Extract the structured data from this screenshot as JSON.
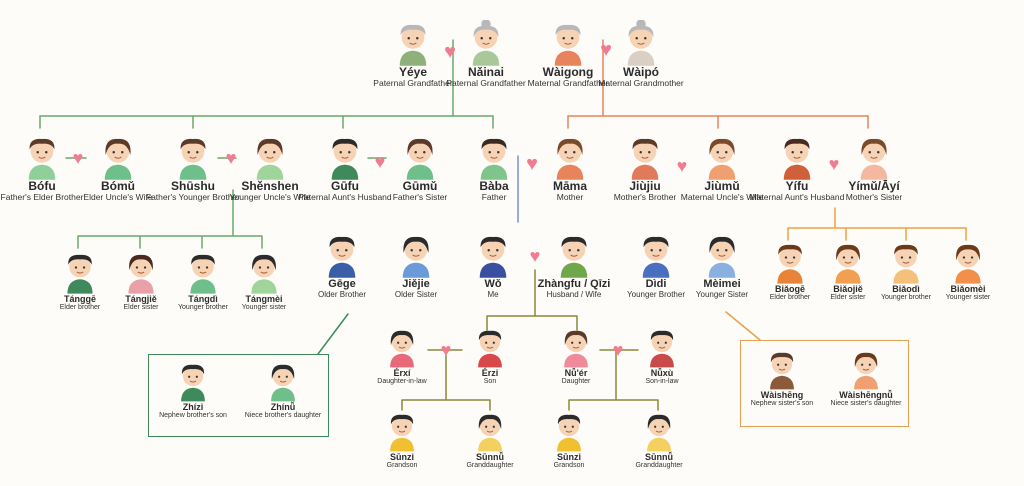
{
  "gen1": [
    {
      "name": "Yéye",
      "sub": "Paternal Grandfather"
    },
    {
      "name": "Nǎinai",
      "sub": "Paternal Grandfather"
    },
    {
      "name": "Wàigong",
      "sub": "Maternal Grandfather"
    },
    {
      "name": "Wàipó",
      "sub": "Maternal Grandmother"
    }
  ],
  "gen2": [
    {
      "name": "Bófu",
      "sub": "Father's Elder Brother"
    },
    {
      "name": "Bómǔ",
      "sub": "Elder Uncle's Wife"
    },
    {
      "name": "Shūshu",
      "sub": "Father's Younger Brother"
    },
    {
      "name": "Shěnshen",
      "sub": "Younger Uncle's Wife"
    },
    {
      "name": "Gūfu",
      "sub": "Paternal Aunt's Husband"
    },
    {
      "name": "Gūmǔ",
      "sub": "Father's Sister"
    },
    {
      "name": "Bàba",
      "sub": "Father"
    },
    {
      "name": "Māma",
      "sub": "Mother"
    },
    {
      "name": "Jiùjiu",
      "sub": "Mother's Brother"
    },
    {
      "name": "Jiùmǔ",
      "sub": "Maternal Uncle's Wife"
    },
    {
      "name": "Yífu",
      "sub": "Maternal Aunt's Husband"
    },
    {
      "name": "Yímǔ/Āyí",
      "sub": "Mother's Sister"
    }
  ],
  "cousins_paternal": [
    {
      "name": "Tánggē",
      "sub": "Elder brother"
    },
    {
      "name": "Tángjiě",
      "sub": "Elder sister"
    },
    {
      "name": "Tángdì",
      "sub": "Younger brother"
    },
    {
      "name": "Tángmèi",
      "sub": "Younger sister"
    }
  ],
  "siblings": [
    {
      "name": "Gēge",
      "sub": "Older Brother"
    },
    {
      "name": "Jiějie",
      "sub": "Older Sister"
    },
    {
      "name": "Wǒ",
      "sub": "Me"
    },
    {
      "name": "Zhàngfu / Qīzi",
      "sub": "Husband / Wife"
    },
    {
      "name": "Dìdi",
      "sub": "Younger Brother"
    },
    {
      "name": "Mèimei",
      "sub": "Younger Sister"
    }
  ],
  "cousins_maternal": [
    {
      "name": "Biǎogē",
      "sub": "Elder brother"
    },
    {
      "name": "Biǎojiě",
      "sub": "Elder sister"
    },
    {
      "name": "Biǎodì",
      "sub": "Younger brother"
    },
    {
      "name": "Biǎomèi",
      "sub": "Younger sister"
    }
  ],
  "nephews_paternal": [
    {
      "name": "Zhízi",
      "sub": "Nephew brother's son"
    },
    {
      "name": "Zhínǚ",
      "sub": "Niece brother's daughter"
    }
  ],
  "nephews_maternal": [
    {
      "name": "Wàishēng",
      "sub": "Nephew sister's son"
    },
    {
      "name": "Wàishēngnǚ",
      "sub": "Niece sister's daughter"
    }
  ],
  "children": [
    {
      "name": "Érxí",
      "sub": "Daughter-in-law"
    },
    {
      "name": "Érzi",
      "sub": "Son"
    },
    {
      "name": "Nǚ'ér",
      "sub": "Daughter"
    },
    {
      "name": "Nǚxù",
      "sub": "Son-in-law"
    }
  ],
  "grandchildren": [
    {
      "name": "Sūnzi",
      "sub": "Grandson"
    },
    {
      "name": "Sūnnǚ",
      "sub": "Granddaughter"
    },
    {
      "name": "Sūnzi",
      "sub": "Grandson"
    },
    {
      "name": "Sūnnǚ",
      "sub": "Granddaughter"
    }
  ],
  "colors": {
    "paternal_line": "#6aa86a",
    "maternal_line": "#e8845c",
    "maternal_cousin_line": "#f0a040",
    "descendant_line": "#8a8a3a",
    "blue_line": "#7a8fd0",
    "heart": "#f07c92",
    "box_green": "#3f8a5a",
    "box_orange": "#e8a050"
  }
}
